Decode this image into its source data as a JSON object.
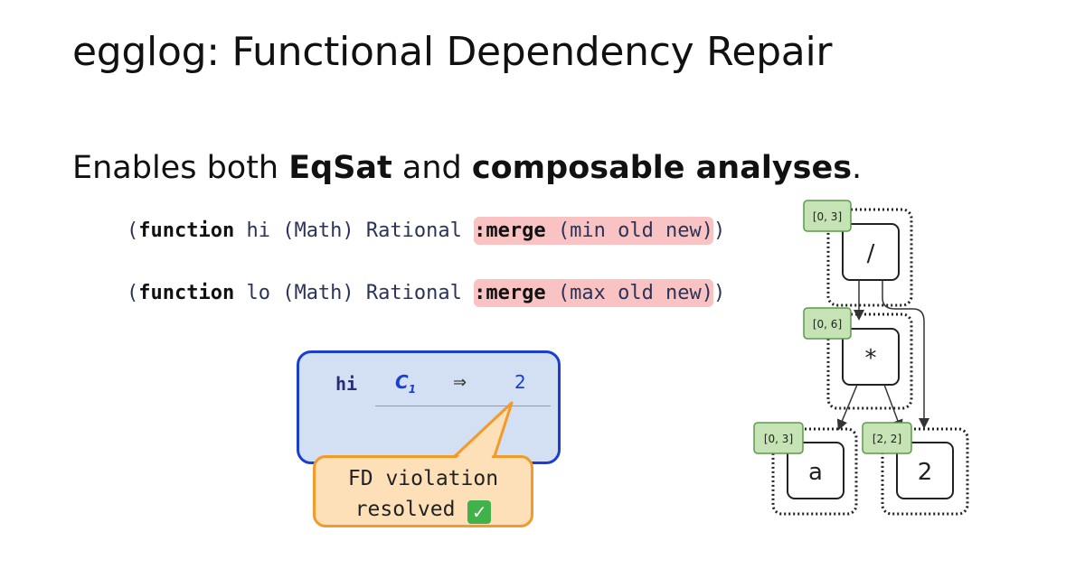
{
  "title": "egglog: Functional Dependency Repair",
  "subtitle": {
    "prefix": "Enables both ",
    "bold1": "EqSat",
    "middle": " and ",
    "bold2": "composable analyses",
    "suffix": "."
  },
  "code": {
    "line1": {
      "paren_open": "(",
      "kw": "function",
      "rest": " hi (Math) Rational ",
      "merge_kw": ":merge",
      "merge_rest": " (min old new)",
      "paren_close": ")"
    },
    "line2": {
      "paren_open": "(",
      "kw": "function",
      "rest": " lo (Math) Rational ",
      "merge_kw": ":merge",
      "merge_rest": " (max old new)",
      "paren_close": ")"
    }
  },
  "table": {
    "name": "hi",
    "arg": "C",
    "arg_sub": "1",
    "arrow": "⇒",
    "value": "2"
  },
  "callout": {
    "line1": "FD violation",
    "line2": "resolved",
    "check": "✓"
  },
  "egraph": {
    "nodes": [
      {
        "id": "div",
        "symbol": "/",
        "interval": "[0, 3]"
      },
      {
        "id": "mul",
        "symbol": "*",
        "interval": "[0, 6]"
      },
      {
        "id": "a",
        "symbol": "a",
        "interval": "[0, 3]"
      },
      {
        "id": "two",
        "symbol": "2",
        "interval": "[2, 2]"
      }
    ]
  },
  "colors": {
    "highlight": "#f9c3c3",
    "table_bg": "#d3dff2",
    "table_border": "#1a3fd0",
    "callout_bg": "#fde0b8",
    "callout_border": "#f39a2b",
    "interval_bg": "#c6e3b5",
    "interval_border": "#5c9a4a"
  }
}
